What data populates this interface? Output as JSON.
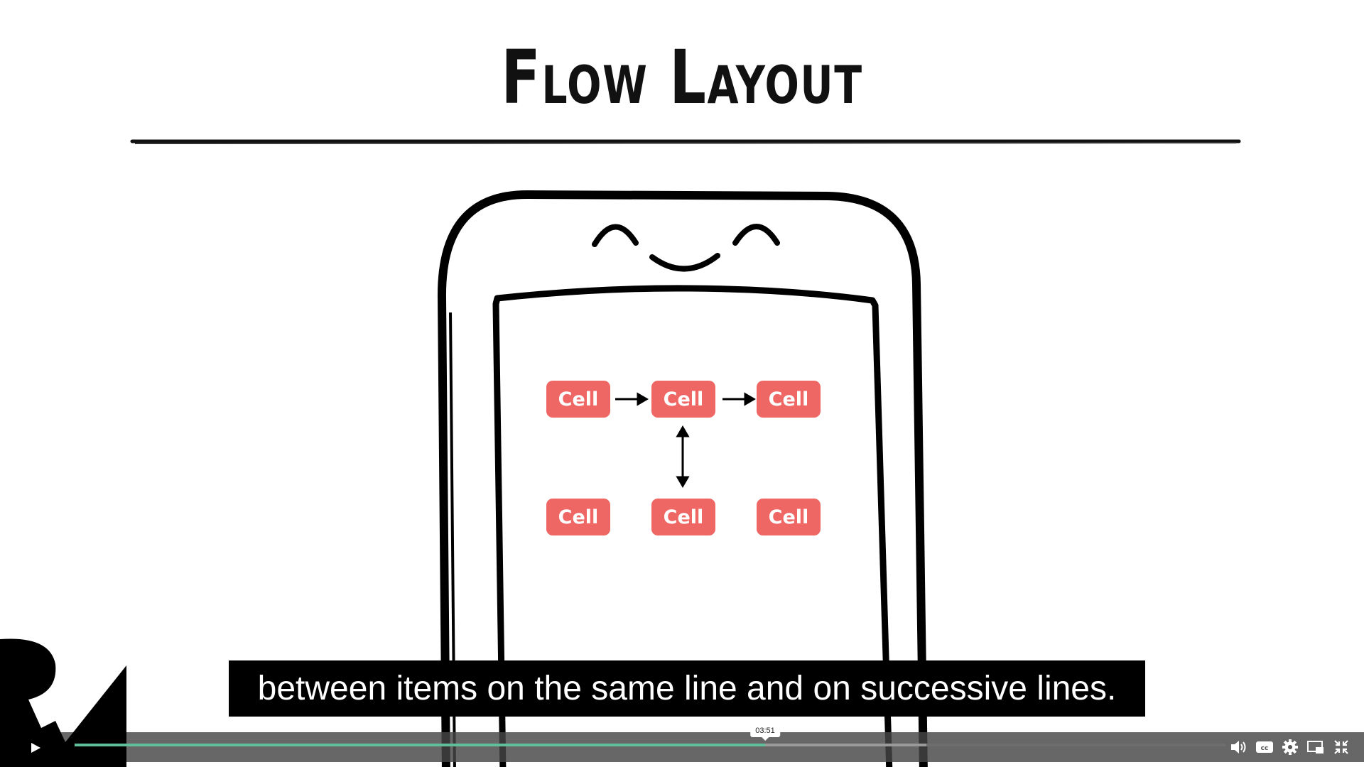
{
  "slide": {
    "title": "Flow Layout",
    "cells": [
      {
        "label": "Cell",
        "row": 1,
        "col": 1
      },
      {
        "label": "Cell",
        "row": 1,
        "col": 2
      },
      {
        "label": "Cell",
        "row": 1,
        "col": 3
      },
      {
        "label": "Cell",
        "row": 2,
        "col": 1
      },
      {
        "label": "Cell",
        "row": 2,
        "col": 2
      },
      {
        "label": "Cell",
        "row": 2,
        "col": 3
      }
    ]
  },
  "caption": "between items on the same line and on successive lines.",
  "player": {
    "time_tooltip": "03:51",
    "progress_fraction": 0.6,
    "buffered_fraction": 0.74,
    "icons": {
      "play": "play-icon",
      "volume": "volume-icon",
      "captions": "closed-captions-icon",
      "settings": "gear-icon",
      "pip": "picture-in-picture-icon",
      "fullscreen": "exit-fullscreen-icon"
    }
  },
  "colors": {
    "cell": "#ef6765",
    "progress": "#5fbf9a",
    "caption_bg": "#000000"
  }
}
